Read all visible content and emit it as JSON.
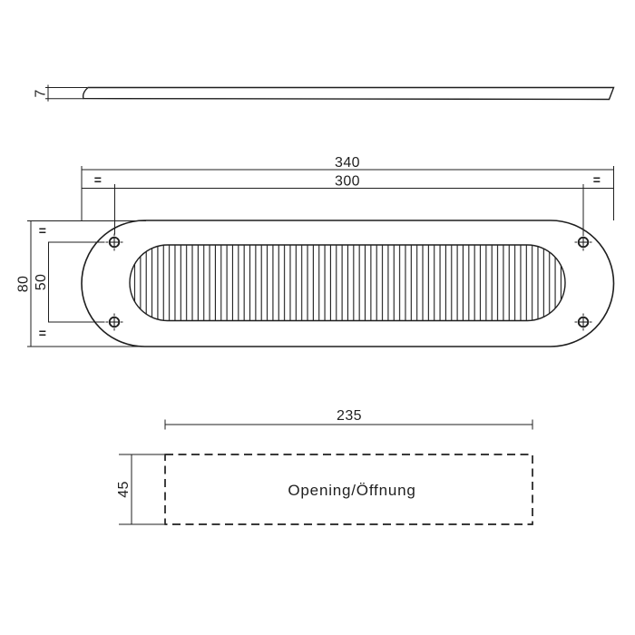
{
  "side_view": {
    "thickness": "7"
  },
  "front_view": {
    "overall_width": "340",
    "hole_spacing_horizontal": "300",
    "overall_height": "80",
    "hole_spacing_vertical": "50",
    "equal_mark": "="
  },
  "opening_view": {
    "opening_width": "235",
    "opening_height": "45",
    "opening_label": "Opening/Öffnung"
  },
  "colors": {
    "line": "#1f1f1f",
    "background": "#ffffff"
  }
}
